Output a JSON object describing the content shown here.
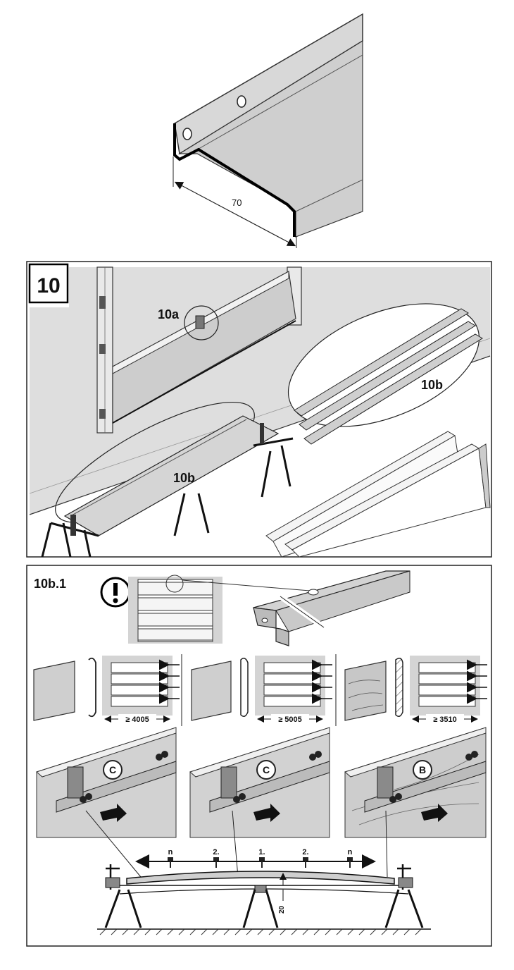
{
  "top_profile": {
    "dimension_label": "70"
  },
  "panel10": {
    "step_number": "10",
    "callout_a": "10a",
    "callout_b_top": "10b",
    "callout_b_bottom": "10b"
  },
  "panel10b1": {
    "step_label": "10b.1",
    "warning_icon": "exclamation-circle-icon",
    "variants": [
      {
        "min_width": "≥ 4005",
        "screw_type": "C"
      },
      {
        "min_width": "≥ 5005",
        "screw_type": "C"
      },
      {
        "min_width": "≥ 3510",
        "screw_type": "B"
      }
    ],
    "screw_sequence": [
      "n",
      "2.",
      "1.",
      "2.",
      "n"
    ],
    "camber_value": "20"
  },
  "colors": {
    "line": "#111111",
    "panel_fill": "#d9d9d9",
    "metal_fill": "#c8c8c8",
    "background": "#ffffff"
  }
}
